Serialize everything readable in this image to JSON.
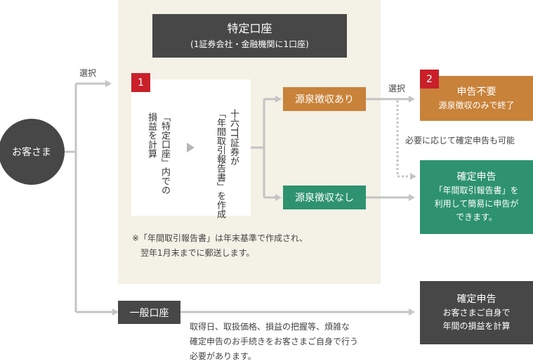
{
  "title": {
    "line1": "特定口座",
    "line2": "(1証券会社・金融機関に1口座)"
  },
  "customer": "お客さま",
  "select_label": "選択",
  "select_label2": "選択",
  "tag1": "1",
  "tag2": "2",
  "white_box": {
    "col_right_1": "十六TT証券が",
    "col_right_2": "「年間取引報告書」を作成",
    "col_left_1": "「特定口座」内での",
    "col_left_2": "損益を計算"
  },
  "withholding_yes": "源泉徴収あり",
  "withholding_no": "源泉徴収なし",
  "result_no_filing": {
    "line1": "申告不要",
    "line2": "源泉徴収のみで終了"
  },
  "optional_note": "必要に応じて確定申告も可能",
  "result_filing_easy": {
    "line1": "確定申告",
    "line2": "「年間取引報告書」を",
    "line3": "利用して簡易に申告が",
    "line4": "できます。"
  },
  "footnote": {
    "line1": "※「年間取引報告書」は年末基準で作成され、",
    "line2": "翌年1月末までに郵送します。"
  },
  "general_account": "一般口座",
  "general_note": {
    "line1": "取得日、取扱価格、損益の把握等、煩雑な",
    "line2": "確定申告のお手続きをお客さまご自身で行う",
    "line3": "必要があります。"
  },
  "result_filing_self": {
    "line1": "確定申告",
    "line2": "お客さまご自身で",
    "line3": "年間の損益を計算"
  },
  "colors": {
    "dark": "#474747",
    "orange": "#c8823a",
    "green": "#2e9270",
    "red": "#c9202a",
    "beige": "#f4f1e6",
    "line": "#c4c4c4"
  }
}
